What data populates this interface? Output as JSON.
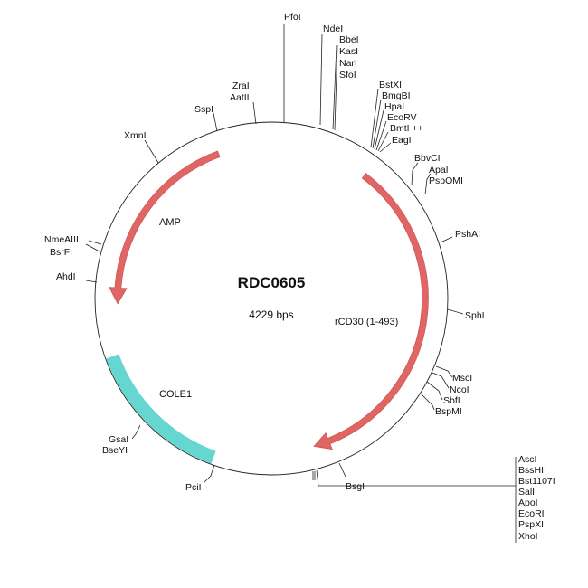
{
  "plasmid": {
    "name": "RDC0605",
    "size": "4229 bps"
  },
  "features": [
    {
      "name": "AMP",
      "color": "#e06666",
      "start_deg": 340,
      "end_deg": 268,
      "direction": "ccw"
    },
    {
      "name": "rCD30 (1-493)",
      "color": "#e06666",
      "start_deg": 37,
      "end_deg": 164,
      "direction": "cw"
    },
    {
      "name": "COLE1",
      "color": "#66d6d0",
      "start_deg": 250,
      "end_deg": 200
    }
  ],
  "sites": {
    "pfoi": "PfoI",
    "ndei": "NdeI",
    "bbei": "BbeI",
    "kasi": "KasI",
    "nari": "NarI",
    "sfoi": "SfoI",
    "bstxi": "BstXI",
    "bmgbi": "BmgBI",
    "hpai": "HpaI",
    "ecorv": "EcoRV",
    "bmti": "BmtI ++",
    "eagi": "EagI",
    "bbvci": "BbvCI",
    "apai": "ApaI",
    "psp0mi": "PspOMI",
    "pshai": "PshAI",
    "sphi": "SphI",
    "msci": "MscI",
    "ncoi": "NcoI",
    "sbfi": "SbfI",
    "bspmi": "BspMI",
    "bsgi": "BsgI",
    "asci": "AscI",
    "bsshii": "BssHII",
    "bst1107i": "Bst1107I",
    "sali": "SalI",
    "apoi": "ApoI",
    "ecori": "EcoRI",
    "pspxi": "PspXI",
    "xhoi": "XhoI",
    "pcii": "PciI",
    "gsai": "GsaI",
    "bseyi": "BseYI",
    "ahdi": "AhdI",
    "nmeaiii": "NmeAIII",
    "bsrfi": "BsrFI",
    "xmni": "XmnI",
    "sspi": "SspI",
    "zrai": "ZraI",
    "aatii": "AatII"
  }
}
